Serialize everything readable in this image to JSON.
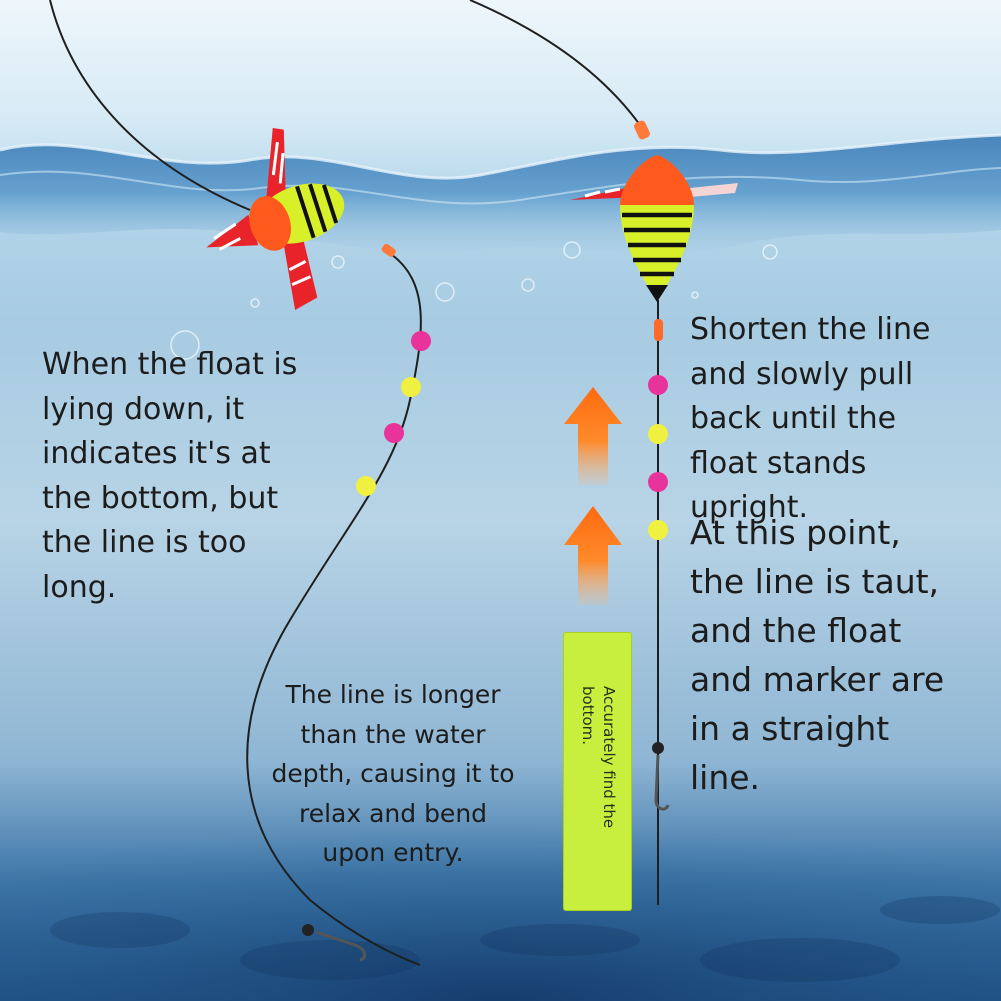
{
  "captions": {
    "left": "When the float is\nlying down, it\nindicates it's at\nthe bottom, but\nthe line is too\nlong.",
    "right_top": "Shorten the line\nand slowly pull\nback until the\nfloat stands\nupright.",
    "right_bottom": "At this point,\nthe line is taut,\nand the float\nand marker are\nin a straight\nline.",
    "middle": "The line is longer\nthan the water\ndepth, causing it to\nrelax and bend\nupon entry.",
    "green_card": "Accurately find the\nbottom."
  },
  "colors": {
    "water_surface": "#2f6fa8",
    "float_yellow": "#d8f02a",
    "float_orange": "#ff5a1e",
    "bead_pink": "#e8339a",
    "bead_yellow": "#f0f040",
    "arrow_orange": "#ff7a1a",
    "card_green": "#c8ef3e"
  },
  "icons": [
    "lying-float-icon",
    "upright-float-icon",
    "up-arrow-icon",
    "hook-icon"
  ]
}
